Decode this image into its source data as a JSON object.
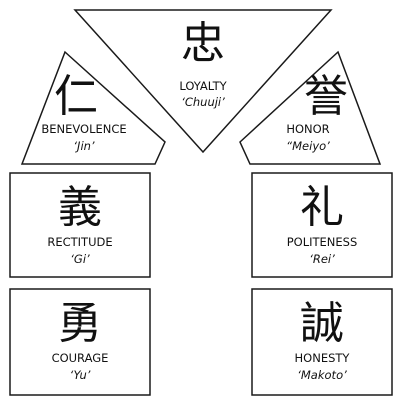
{
  "virtues": [
    {
      "kanji": "忠",
      "english": "LOYALTY",
      "japanese": "‘Chuuji’"
    },
    {
      "kanji": "仁",
      "english": "BENEVOLENCE",
      "japanese": "‘Jin’"
    },
    {
      "kanji": "誉",
      "english": "HONOR",
      "japanese": "“Meiyo’"
    },
    {
      "kanji": "義",
      "english": "RECTITUDE",
      "japanese": "‘Gi’"
    },
    {
      "kanji": "礼",
      "english": "POLITENESS",
      "japanese": "‘Rei’"
    },
    {
      "kanji": "勇",
      "english": "COURAGE",
      "japanese": "‘Yu’"
    },
    {
      "kanji": "誠",
      "english": "HONESTY",
      "japanese": "‘Makoto’"
    }
  ]
}
